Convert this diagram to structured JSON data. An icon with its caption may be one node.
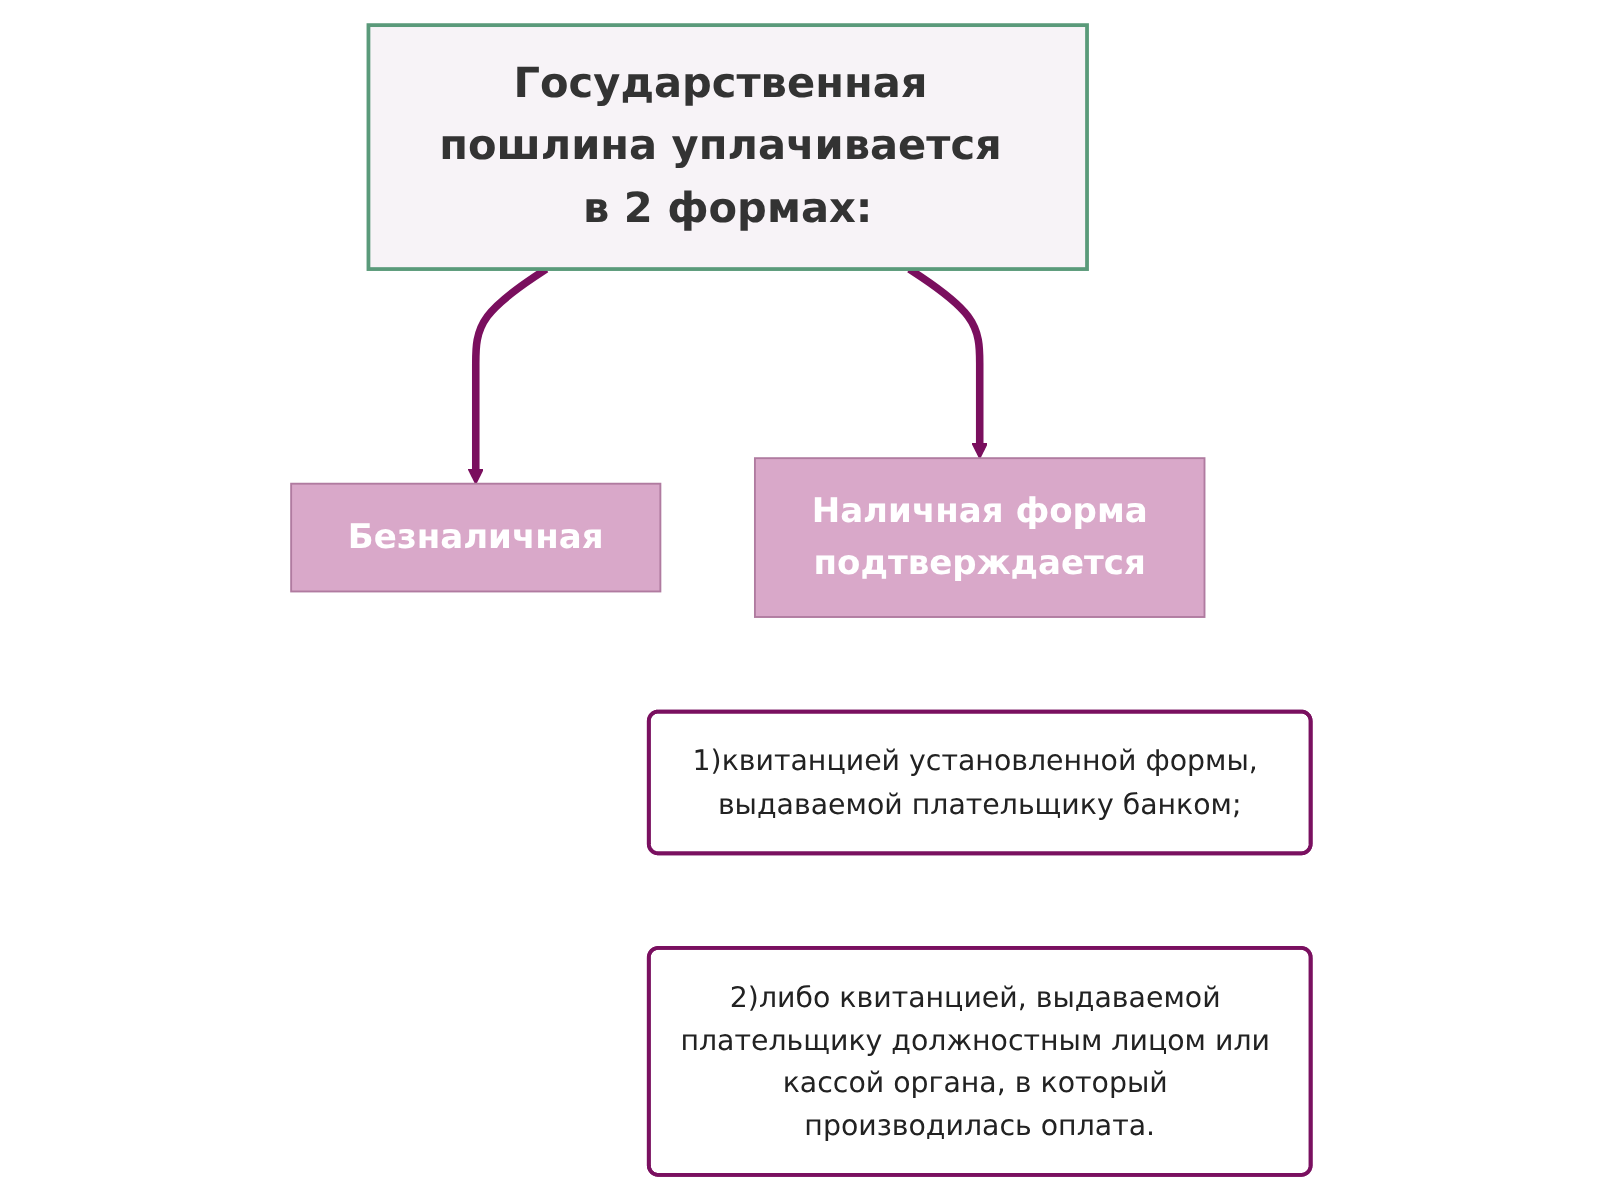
{
  "diagram": {
    "nodes": [
      {
        "text": [
          "Государственная пошлина уплачивается в 2 формах:"
        ]
      },
      {
        "text": [
          "Безналичная"
        ]
      },
      {
        "text": [
          "Наличная форма",
          "подтверждается"
        ]
      },
      {
        "text": [
          "1)квитанцией установленной формы, выдаваемой плательщику банком;"
        ]
      },
      {
        "text": [
          "2)либо квитанцией, выдаваемой плательщику должностным лицом или кассой органа, в который производилась оплата."
        ]
      }
    ],
    "edges": [
      {
        "from": 0,
        "to": 1,
        "arrow": "to"
      },
      {
        "from": 0,
        "to": 2,
        "arrow": "to"
      }
    ]
  }
}
